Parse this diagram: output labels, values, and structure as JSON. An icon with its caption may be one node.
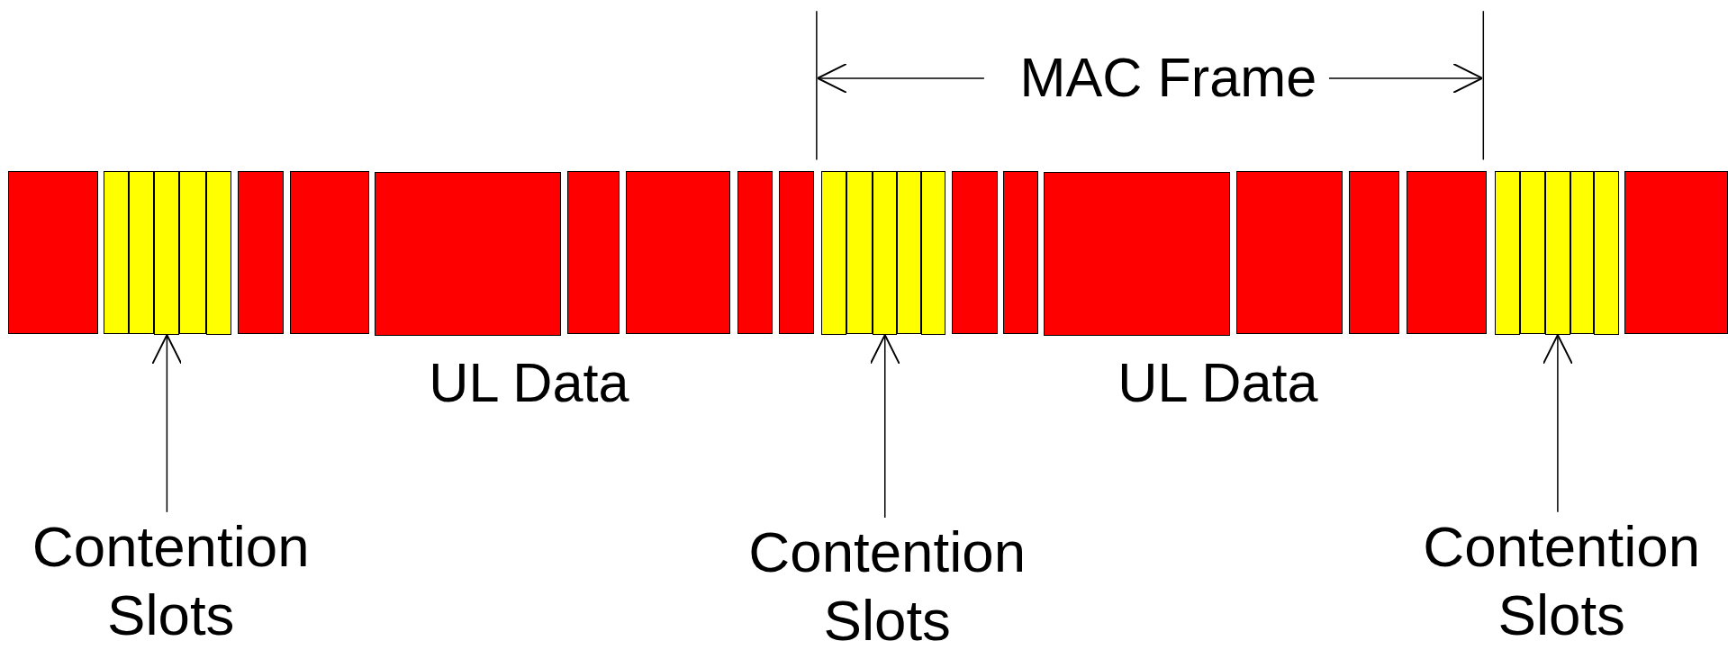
{
  "diagram": {
    "nodes": [
      {
        "text": [],
        "shape": "box"
      },
      {
        "text": [],
        "shape": "box"
      },
      {
        "text": [],
        "shape": "box"
      },
      {
        "text": [],
        "shape": "box"
      },
      {
        "text": [],
        "shape": "box"
      },
      {
        "text": [],
        "shape": "box"
      },
      {
        "text": [],
        "shape": "box"
      },
      {
        "text": [],
        "shape": "box"
      },
      {
        "text": [],
        "shape": "box"
      },
      {
        "text": [],
        "shape": "box"
      },
      {
        "text": [],
        "shape": "box"
      },
      {
        "text": [],
        "shape": "box"
      },
      {
        "text": [],
        "shape": "box"
      },
      {
        "text": [],
        "shape": "box"
      },
      {
        "text": [],
        "shape": "box"
      },
      {
        "text": [],
        "shape": "box"
      },
      {
        "text": [],
        "shape": "box"
      },
      {
        "text": [],
        "shape": "box"
      },
      {
        "text": [],
        "shape": "box"
      },
      {
        "text": [],
        "shape": "box"
      },
      {
        "text": [],
        "shape": "box"
      },
      {
        "text": [],
        "shape": "box"
      },
      {
        "text": [],
        "shape": "box"
      },
      {
        "text": [],
        "shape": "box"
      },
      {
        "text": [],
        "shape": "box"
      },
      {
        "text": [],
        "shape": "box"
      },
      {
        "text": [],
        "shape": "box"
      },
      {
        "text": [],
        "shape": "box"
      },
      {
        "text": [],
        "shape": "box"
      },
      {
        "text": [],
        "shape": "box"
      },
      {
        "text": [
          "Contention Slots"
        ]
      },
      {
        "text": [
          "Contention Slots"
        ]
      },
      {
        "text": [
          "Contention Slots"
        ]
      }
    ],
    "edges": [
      {
        "from": 30,
        "to": 3,
        "arrow": "to"
      },
      {
        "from": 31,
        "to": 15,
        "arrow": "to"
      },
      {
        "from": 32,
        "to": 26,
        "arrow": "to"
      }
    ],
    "labels": [
      "MAC Frame",
      "UL Data",
      "UL Data"
    ]
  }
}
